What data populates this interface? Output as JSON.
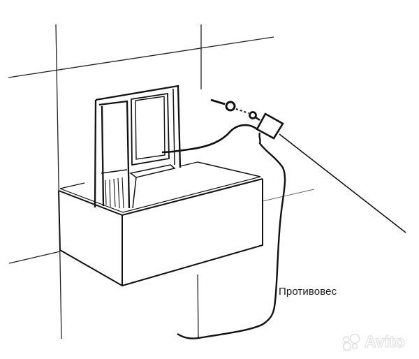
{
  "diagram": {
    "title": "",
    "description": "Line sketch of a building wall with an enclosed balcony, balcony door/window, an antenna mounted on a pole with a cable running to the balcony and a counterweight wire running down along the wall",
    "labels": {
      "counterweight": "Противовес"
    },
    "elements": [
      "wall-grid-lines",
      "balcony-box",
      "balcony-door",
      "balcony-window",
      "antenna-mast",
      "antenna-box",
      "insulator-rings",
      "feed-cable",
      "counterweight-wire"
    ],
    "colors": {
      "line": "#111111",
      "thin_line": "#333333",
      "background": "#ffffff",
      "watermark": "#dcdcdc"
    }
  },
  "watermark": {
    "text": "Avito",
    "icon": "avito-dots-icon"
  }
}
